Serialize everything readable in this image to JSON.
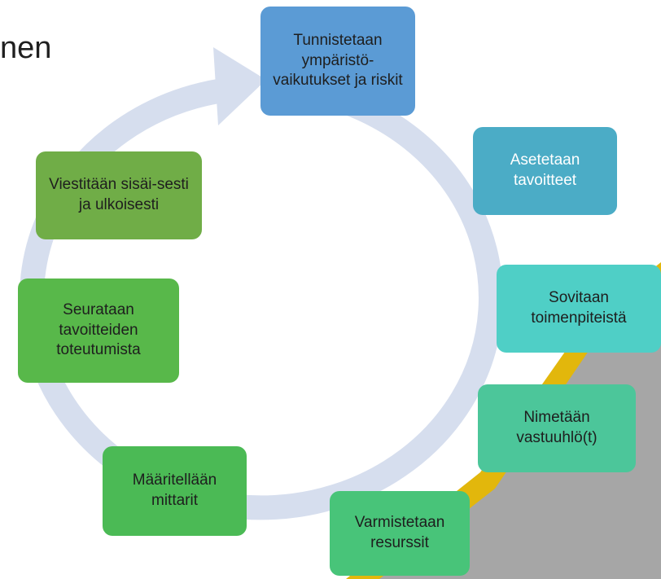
{
  "title_fragment": "nen",
  "colors": {
    "cycle_arrow": "#d6deee",
    "road_yellow": "#e2b70c",
    "road_gray": "#a6a6a6"
  },
  "steps": [
    {
      "label": "Tunnistetaan ympäristö-vaikutukset ja riskit",
      "color": "#5b9bd5",
      "text_color": "#1e1e1e"
    },
    {
      "label": "Asetetaan tavoitteet",
      "color": "#4bacc6",
      "text_color": "#ffffff"
    },
    {
      "label": "Sovitaan toimenpiteistä",
      "color": "#4fcfc6",
      "text_color": "#1e1e1e"
    },
    {
      "label": "Nimetään vastuuhlö(t)",
      "color": "#4cc69a",
      "text_color": "#1e1e1e"
    },
    {
      "label": "Varmistetaan resurssit",
      "color": "#48c479",
      "text_color": "#1e1e1e"
    },
    {
      "label": "Määritellään mittarit",
      "color": "#4bba55",
      "text_color": "#1e1e1e"
    },
    {
      "label": "Seurataan tavoitteiden toteutumista",
      "color": "#58b84a",
      "text_color": "#1e1e1e"
    },
    {
      "label": "Viestitään sisäi-sesti ja ulkoisesti",
      "color": "#70ad47",
      "text_color": "#1e1e1e"
    }
  ]
}
